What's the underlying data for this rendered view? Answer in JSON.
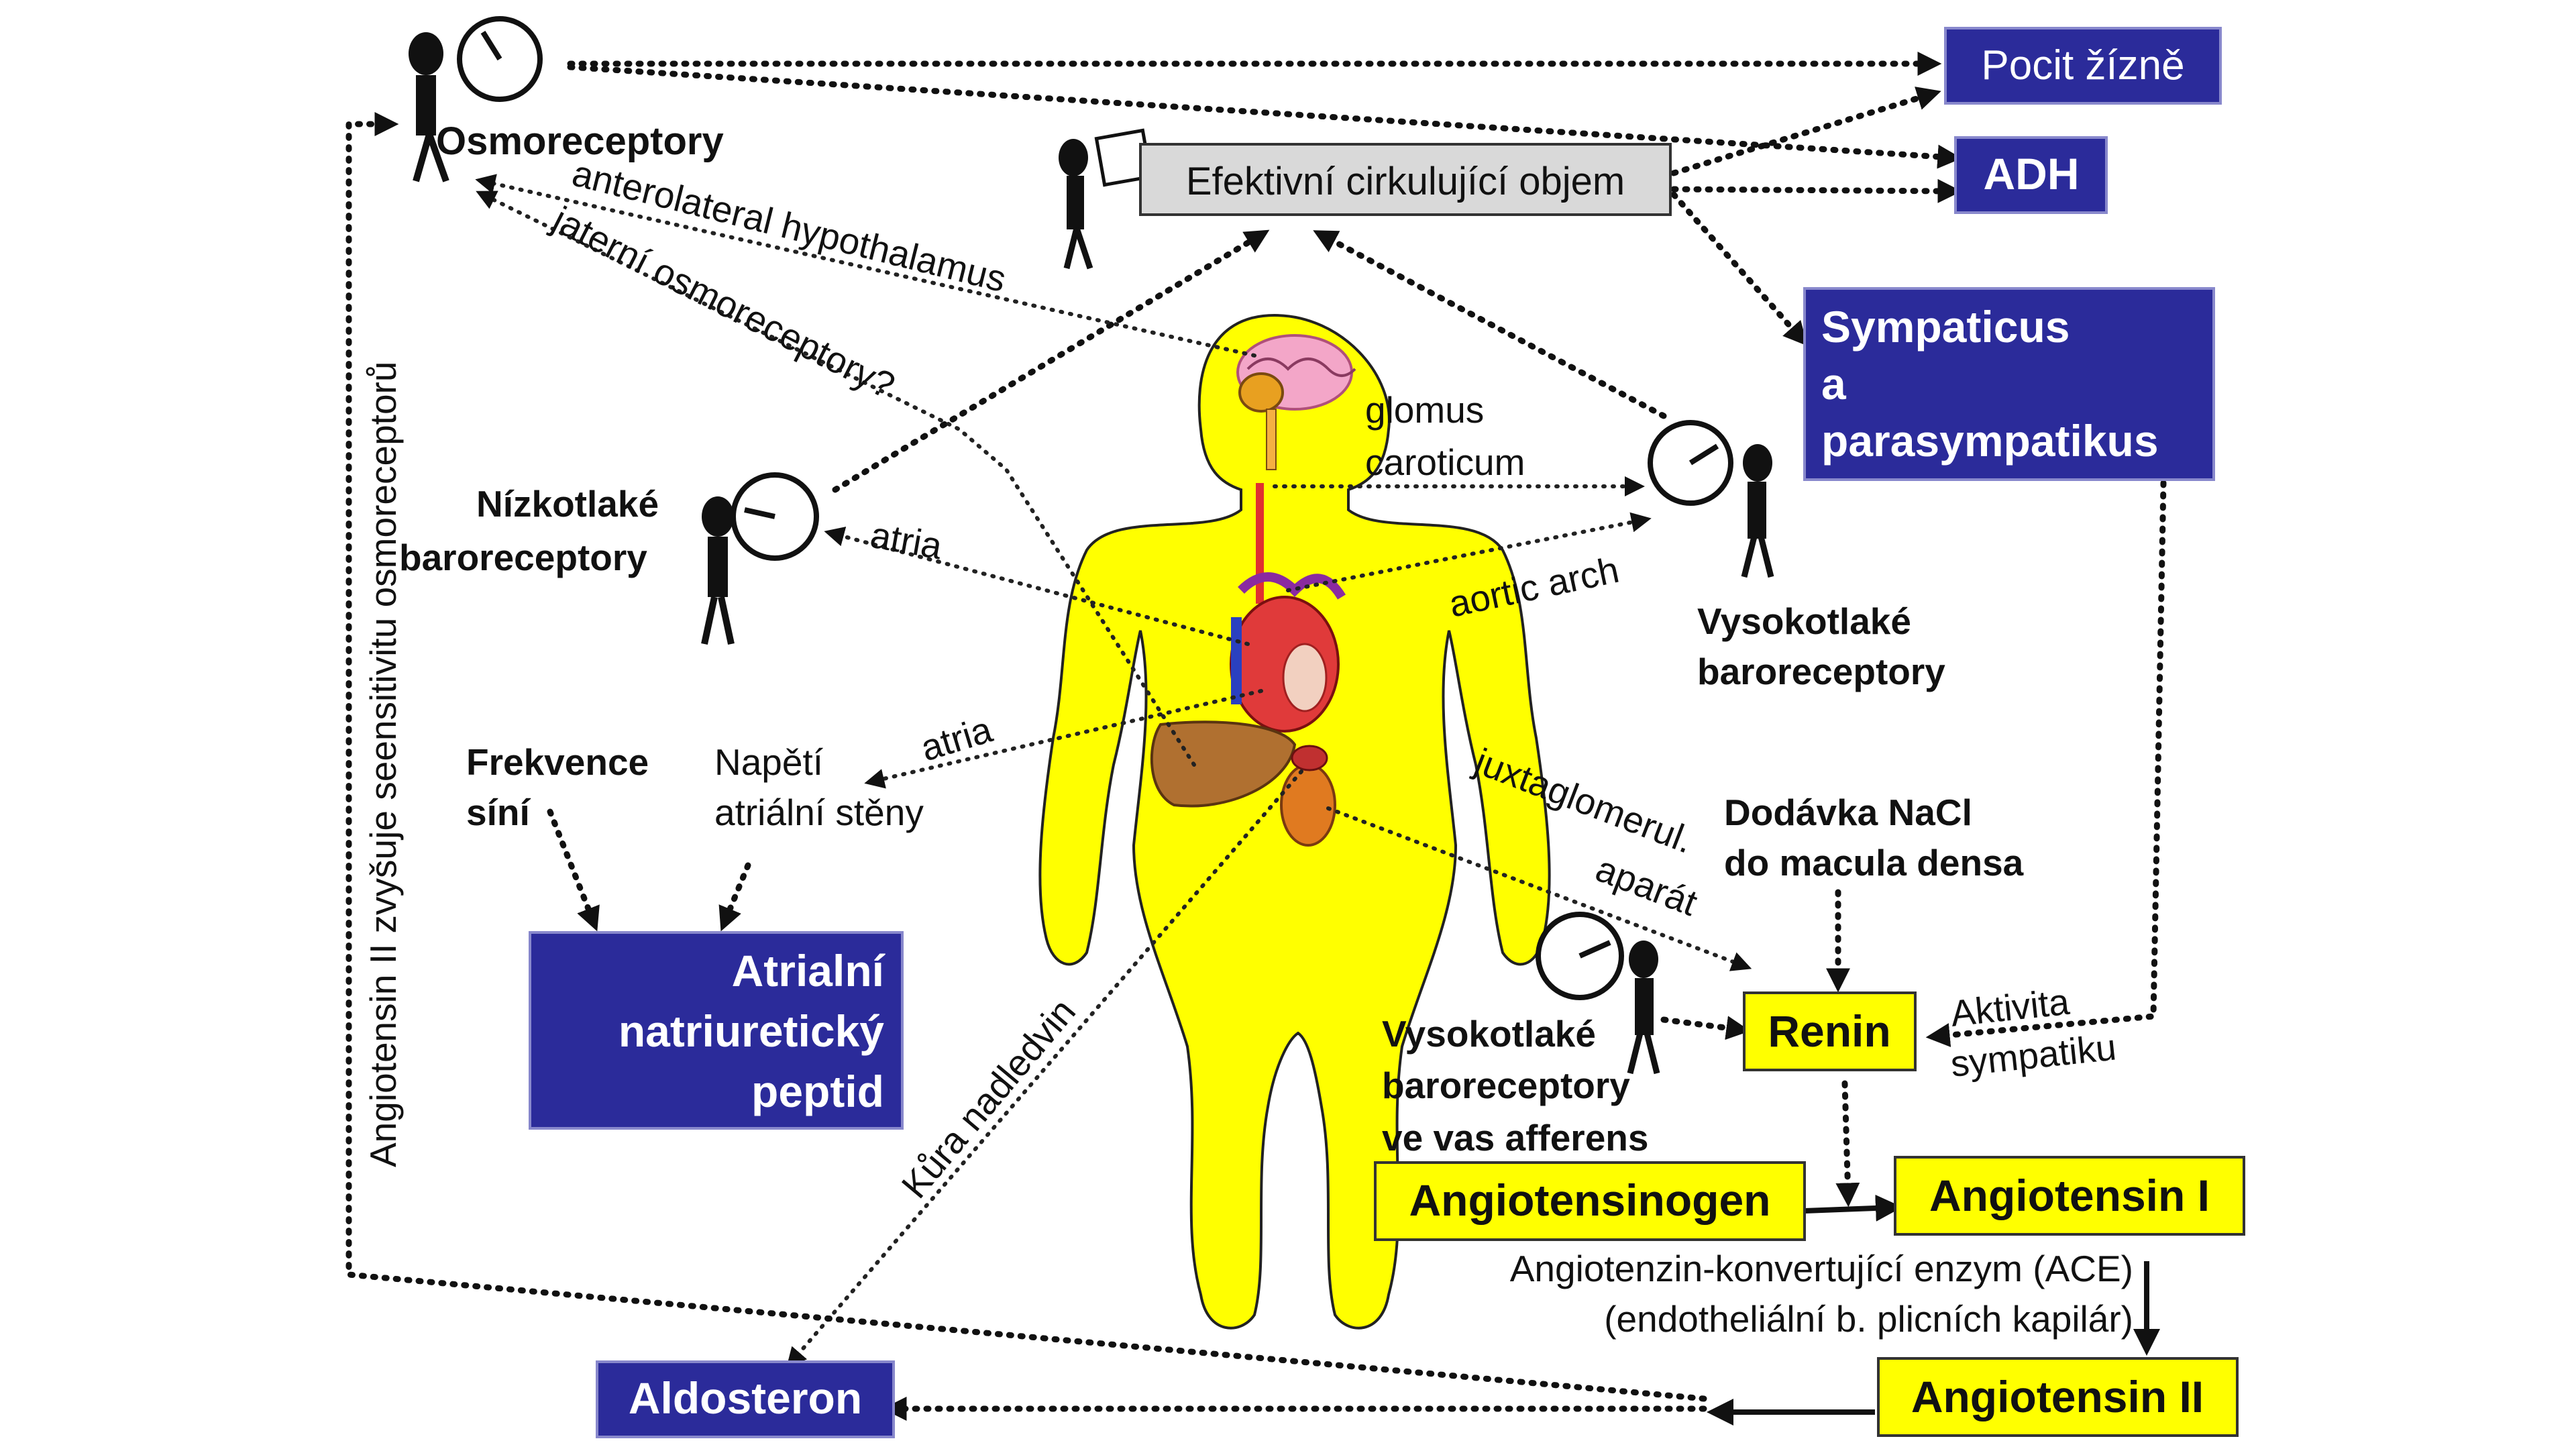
{
  "boxes": {
    "pocit_zizne": "Pocit žízně",
    "adh": "ADH",
    "sympaticus": [
      "Sympaticus",
      "a",
      "parasympatikus"
    ],
    "anp": [
      "Atrialní",
      "natriuretický",
      "peptid"
    ],
    "aldosteron": "Aldosteron",
    "efektivni": "Efektivní cirkulující objem",
    "renin": "Renin",
    "angiotensinogen": "Angiotensinogen",
    "angiotensin1": "Angiotensin I",
    "angiotensin2": "Angiotensin II"
  },
  "labels": {
    "osmoreceptory": "Osmoreceptory",
    "anterolateral": "anterolateral hypothalamus",
    "jaterni": "jaterní osmoreceptory?",
    "nizko_1": "Nízkotlaké",
    "nizko_2": "baroreceptory",
    "atria_upper": "atria",
    "atria_lower": "atria",
    "glomus_1": "glomus",
    "glomus_2": "caroticum",
    "aortic": "aortic arch",
    "vysoko_1": "Vysokotlaké",
    "vysoko_2": "baroreceptory",
    "frekvence_1": "Frekvence",
    "frekvence_2": "síní",
    "napeti_1": "Napětí",
    "napeti_2": "atriální stěny",
    "juxta_1": "juxtaglomerul.",
    "juxta_2": "aparát",
    "nacl_1": "Dodávka NaCl",
    "nacl_2": "do macula densa",
    "vas_1": "Vysokotlaké",
    "vas_2": "baroreceptory",
    "vas_3": "ve vas afferens",
    "aktivita_1": "Aktivita",
    "aktivita_2": "sympatiku",
    "ace_1": "Angiotenzin-konvertující enzym (ACE)",
    "ace_2": "(endotheliální b. plicních kapilár)",
    "kura": "Kůra nadledvin",
    "angiotensin_vertical": "Angiotensin II zvyšuje seensitivitu osmoreceptorů"
  },
  "colors": {
    "blue_box": "#2b2b9a",
    "yellow_box": "#ffff00",
    "gray_box": "#d9d9d9",
    "body": "#ffff00"
  }
}
